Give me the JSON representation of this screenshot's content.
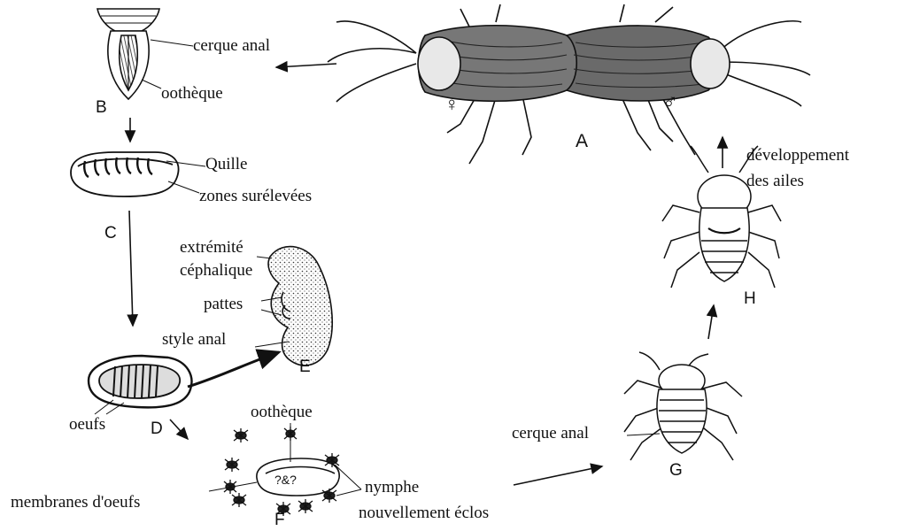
{
  "stages": {
    "A": "A",
    "B": "B",
    "C": "C",
    "D": "D",
    "E": "E",
    "F": "F",
    "G": "G",
    "H": "H"
  },
  "labels": {
    "female_symbol": "♀",
    "male_symbol": "♂",
    "b_cerque": "cerque anal",
    "b_ootheque": "oothèque",
    "c_quille": "Quille",
    "c_zones": "zones surélevées",
    "e_extremite": "extrémité",
    "e_cephalique": "céphalique",
    "e_pattes": "pattes",
    "e_style": "style anal",
    "d_oeufs": "oeufs",
    "f_ootheque": "oothèque",
    "f_membranes": "membranes d'oeufs",
    "f_nymphe": "nymphe",
    "f_nouvellement": "nouvellement éclos",
    "g_cerque": "cerque anal",
    "h_developpement": "développement",
    "h_ailes": "des ailes"
  }
}
